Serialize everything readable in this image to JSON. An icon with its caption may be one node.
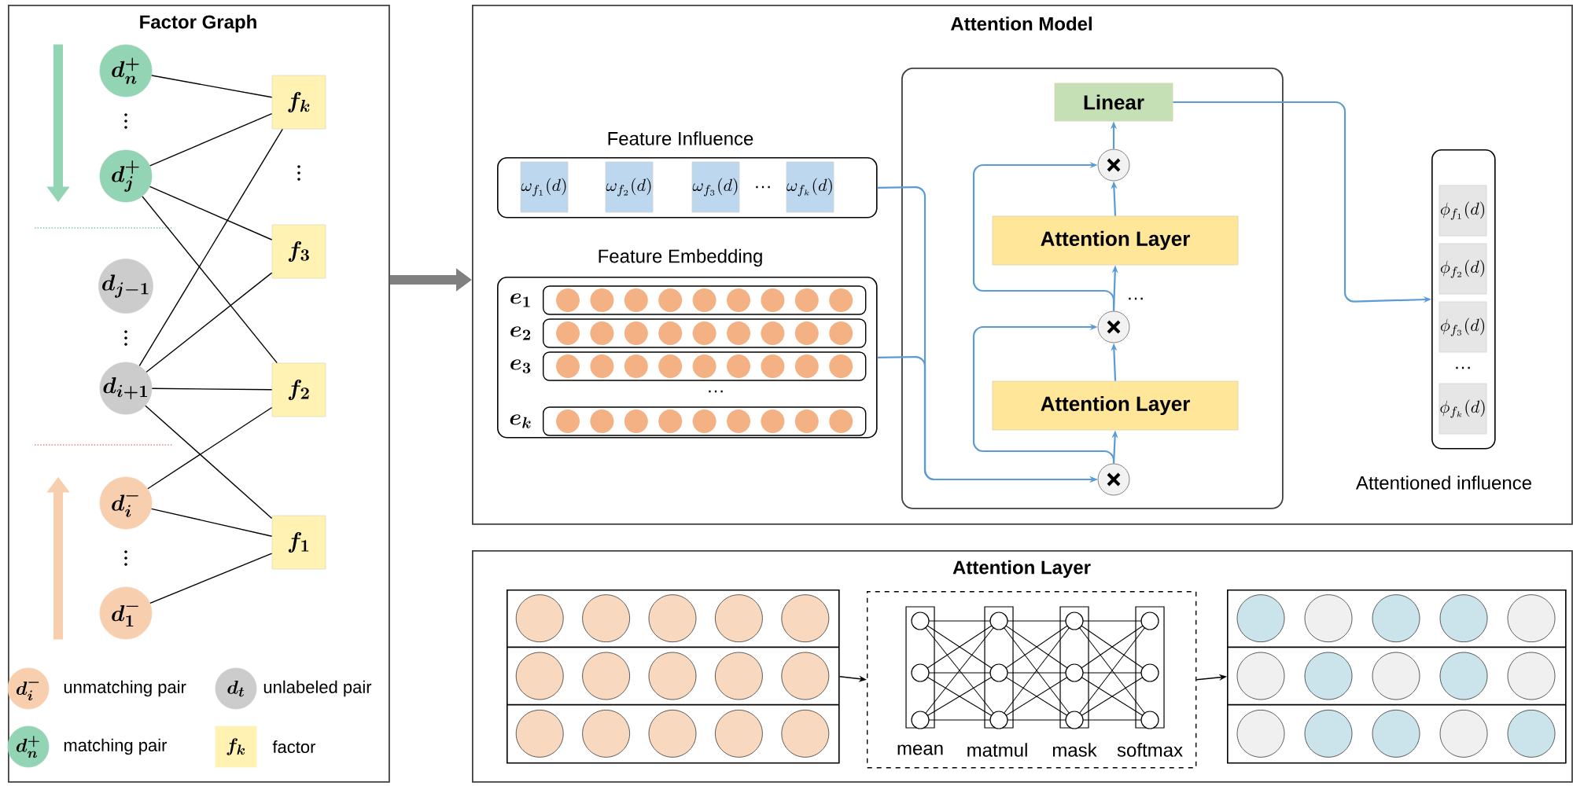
{
  "diagram": {
    "nodes": [
      {
        "text": [
          "Factor Graph"
        ]
      },
      {
        "text": [
          "d^{+}_{n}"
        ],
        "in": 0
      },
      {
        "text": [
          "d^{+}_{j}"
        ],
        "in": 0
      },
      {
        "text": [
          "d_{j-1}"
        ],
        "in": 0
      },
      {
        "text": [
          "d_{i+1}"
        ],
        "in": 0
      },
      {
        "text": [
          "d^{-}_{i}"
        ],
        "in": 0
      },
      {
        "text": [
          "d^{-}_{1}"
        ],
        "in": 0
      },
      {
        "text": [
          "f_{k}"
        ],
        "in": 0
      },
      {
        "text": [
          "f_{3}"
        ],
        "in": 0
      },
      {
        "text": [
          "f_{2}"
        ],
        "in": 0
      },
      {
        "text": [
          "f_{1}"
        ],
        "in": 0
      },
      {
        "text": [
          "Attention Model"
        ]
      },
      {
        "text": [
          "Feature Influence"
        ],
        "in": 11
      },
      {
        "text": [
          "\\omega_{f_1}(d)"
        ],
        "in": 12
      },
      {
        "text": [
          "\\omega_{f_2}(d)"
        ],
        "in": 12
      },
      {
        "text": [
          "\\omega_{f_3}(d)"
        ],
        "in": 12
      },
      {
        "text": [
          "\\omega_{f_k}(d)"
        ],
        "in": 12
      },
      {
        "text": [
          "Feature Embedding"
        ],
        "in": 11
      },
      {
        "text": [],
        "shape": "box",
        "beside": [
          "e_{1}"
        ],
        "in": 17
      },
      {
        "text": [],
        "shape": "box",
        "beside": [
          "e_{2}"
        ],
        "in": 17
      },
      {
        "text": [],
        "shape": "box",
        "beside": [
          "e_{3}"
        ],
        "in": 17
      },
      {
        "text": [],
        "shape": "box",
        "beside": [
          "e_{k}"
        ],
        "in": 17
      },
      {
        "text": [],
        "shape": "box",
        "in": 11
      },
      {
        "text": [
          "Linear"
        ],
        "in": 22
      },
      {
        "text": [],
        "shape": "circle",
        "in": 22
      },
      {
        "text": [
          "Attention Layer"
        ],
        "in": 22
      },
      {
        "text": [],
        "shape": "circle",
        "in": 22
      },
      {
        "text": [
          "Attention Layer"
        ],
        "in": 22
      },
      {
        "text": [],
        "shape": "circle",
        "in": 22
      },
      {
        "text": [],
        "shape": "box",
        "beside": [
          "Attentioned influence"
        ],
        "in": 11
      },
      {
        "text": [
          "\\phi_{f_1}(d)"
        ],
        "in": 29
      },
      {
        "text": [
          "\\phi_{f_2}(d)"
        ],
        "in": 29
      },
      {
        "text": [
          "\\phi_{f_3}(d)"
        ],
        "in": 29
      },
      {
        "text": [
          "\\phi_{f_k}(d)"
        ],
        "in": 29
      },
      {
        "text": [
          "Attention Layer"
        ]
      },
      {
        "text": [],
        "shape": "box",
        "in": 34
      },
      {
        "text": [],
        "shape": "box",
        "in": 34
      },
      {
        "text": [],
        "shape": "box",
        "in": 34
      }
    ],
    "edges": [
      {
        "from": 1,
        "to": 2,
        "arrow": "to",
        "style": "thick",
        "color": "#93d4b5"
      },
      {
        "from": 6,
        "to": 5,
        "arrow": "to",
        "style": "thick",
        "color": "#f8cfae"
      },
      {
        "from": 1,
        "to": 7,
        "arrow": "none"
      },
      {
        "from": 2,
        "to": 7,
        "arrow": "none"
      },
      {
        "from": 2,
        "to": 8,
        "arrow": "none"
      },
      {
        "from": 2,
        "to": 9,
        "arrow": "none"
      },
      {
        "from": 4,
        "to": 7,
        "arrow": "none"
      },
      {
        "from": 4,
        "to": 8,
        "arrow": "none"
      },
      {
        "from": 4,
        "to": 9,
        "arrow": "none"
      },
      {
        "from": 4,
        "to": 10,
        "arrow": "none"
      },
      {
        "from": 5,
        "to": 9,
        "arrow": "none"
      },
      {
        "from": 5,
        "to": 10,
        "arrow": "none"
      },
      {
        "from": 6,
        "to": 10,
        "arrow": "none"
      },
      {
        "from": 0,
        "to": 11,
        "arrow": "to",
        "style": "thick",
        "color": "#808080"
      },
      {
        "from": 12,
        "to": 28,
        "arrow": "to",
        "color": "#5b9bd5"
      },
      {
        "from": 17,
        "to": 28,
        "arrow": "to",
        "color": "#5b9bd5"
      },
      {
        "from": 28,
        "to": 27,
        "arrow": "to",
        "color": "#5b9bd5"
      },
      {
        "from": 28,
        "to": 26,
        "arrow": "to",
        "color": "#5b9bd5"
      },
      {
        "from": 27,
        "to": 26,
        "arrow": "to",
        "color": "#5b9bd5"
      },
      {
        "from": 26,
        "to": 25,
        "arrow": "to",
        "color": "#5b9bd5"
      },
      {
        "from": 26,
        "to": 24,
        "arrow": "to",
        "color": "#5b9bd5"
      },
      {
        "from": 25,
        "to": 24,
        "arrow": "to",
        "color": "#5b9bd5"
      },
      {
        "from": 24,
        "to": 23,
        "arrow": "to",
        "color": "#5b9bd5"
      },
      {
        "from": 23,
        "to": 29,
        "arrow": "to",
        "color": "#5b9bd5"
      },
      {
        "from": 35,
        "to": 36,
        "arrow": "to"
      },
      {
        "from": 36,
        "to": 37,
        "arrow": "to"
      }
    ],
    "labels": [
      "…",
      "…",
      "…",
      "…",
      "mean",
      "matmul",
      "mask",
      "softmax",
      "d^{-}_{i}",
      "d_{t}",
      "d^{+}_{n}",
      "f_{k}"
    ],
    "legend": [
      {
        "text": "unmatching pair"
      },
      {
        "text": "unlabeled pair"
      },
      {
        "text": "matching pair"
      },
      {
        "text": "factor"
      }
    ]
  }
}
